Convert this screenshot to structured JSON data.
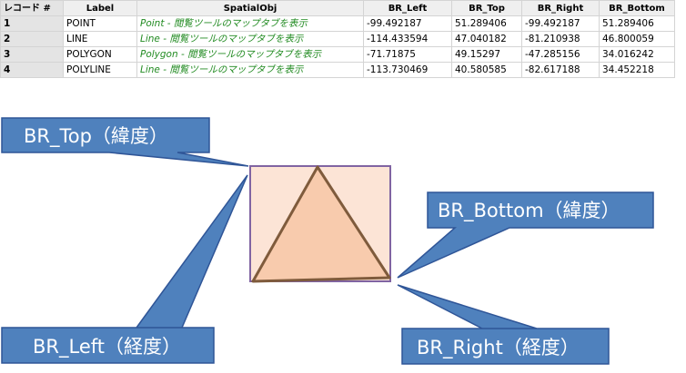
{
  "table": {
    "headers": [
      "レコード #",
      "Label",
      "SpatialObj",
      "BR_Left",
      "BR_Top",
      "BR_Right",
      "BR_Bottom"
    ],
    "rows": [
      [
        "1",
        "POINT",
        "Point - 閲覧ツールのマップタブを表示",
        "-99.492187",
        "51.289406",
        "-99.492187",
        "51.289406"
      ],
      [
        "2",
        "LINE",
        "Line - 閲覧ツールのマップタブを表示",
        "-114.433594",
        "47.040182",
        "-81.210938",
        "46.800059"
      ],
      [
        "3",
        "POLYGON",
        "Polygon - 閲覧ツールのマップタブを表示",
        "-71.71875",
        "49.15297",
        "-47.285156",
        "34.016242"
      ],
      [
        "4",
        "POLYLINE",
        "Line - 閲覧ツールのマップタブを表示",
        "-113.730469",
        "40.580585",
        "-82.617188",
        "34.452218"
      ]
    ]
  },
  "callouts": {
    "top": "BR_Top（緯度）",
    "bottom": "BR_Bottom（緯度）",
    "left": "BR_Left（経度）",
    "right": "BR_Right（経度）"
  },
  "colors": {
    "callout_fill": "#4f81bd",
    "callout_stroke": "#2f5597",
    "box_fill": "#fce4d6",
    "box_stroke": "#8064a2",
    "triangle_fill": "#f8cbad",
    "triangle_stroke": "#7f5b3c",
    "spatial_text": "#228b22"
  }
}
